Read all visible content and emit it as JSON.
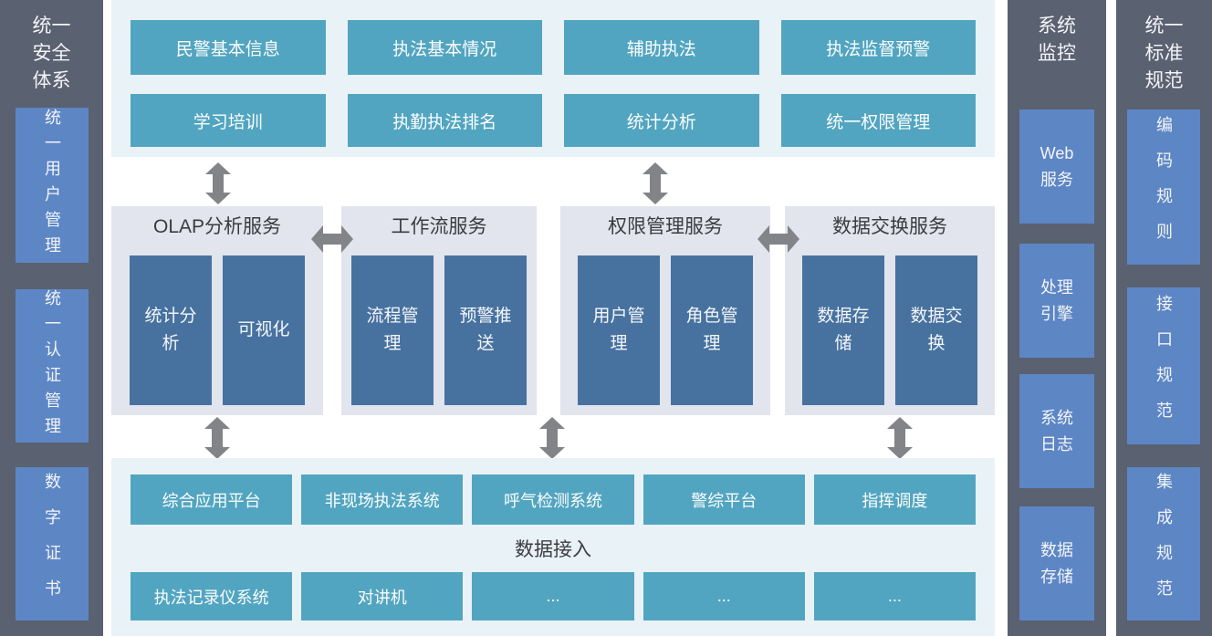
{
  "left_sidebar": {
    "title": "统一安全体系",
    "items": [
      "统一用户管理",
      "统一认证管理",
      "数字证书"
    ]
  },
  "top_panel": {
    "row1": [
      "民警基本信息",
      "执法基本情况",
      "辅助执法",
      "执法监督预警"
    ],
    "row2": [
      "学习培训",
      "执勤执法排名",
      "统计分析",
      "统一权限管理"
    ]
  },
  "service_groups": [
    {
      "title": "OLAP分析服务",
      "items": [
        "统计分析",
        "可视化"
      ]
    },
    {
      "title": "工作流服务",
      "items": [
        "流程管理",
        "预警推送"
      ]
    },
    {
      "title": "权限管理服务",
      "items": [
        "用户管理",
        "角色管理"
      ]
    },
    {
      "title": "数据交换服务",
      "items": [
        "数据存储",
        "数据交换"
      ]
    }
  ],
  "bottom_panel": {
    "row1": [
      "综合应用平台",
      "非现场执法系统",
      "呼气检测系统",
      "警综平台",
      "指挥调度"
    ],
    "label": "数据接入",
    "row2": [
      "执法记录仪系统",
      "对讲机",
      "...",
      "...",
      "..."
    ]
  },
  "monitor_column": {
    "title": "系统监控",
    "items": [
      "Web服务",
      "处理引擎",
      "系统日志",
      "数据存储"
    ]
  },
  "standards_column": {
    "title": "统一标准规范",
    "items": [
      "编码规则",
      "接口规范",
      "集成规范"
    ]
  },
  "colors": {
    "teal": "#52a5c0",
    "navy": "#47729f",
    "blue": "#5d86c5",
    "dark_gray": "#5a6170",
    "light_panel": "#e9f2f6",
    "group_bg": "#e2e4ee",
    "arrow_gray": "#828487"
  }
}
